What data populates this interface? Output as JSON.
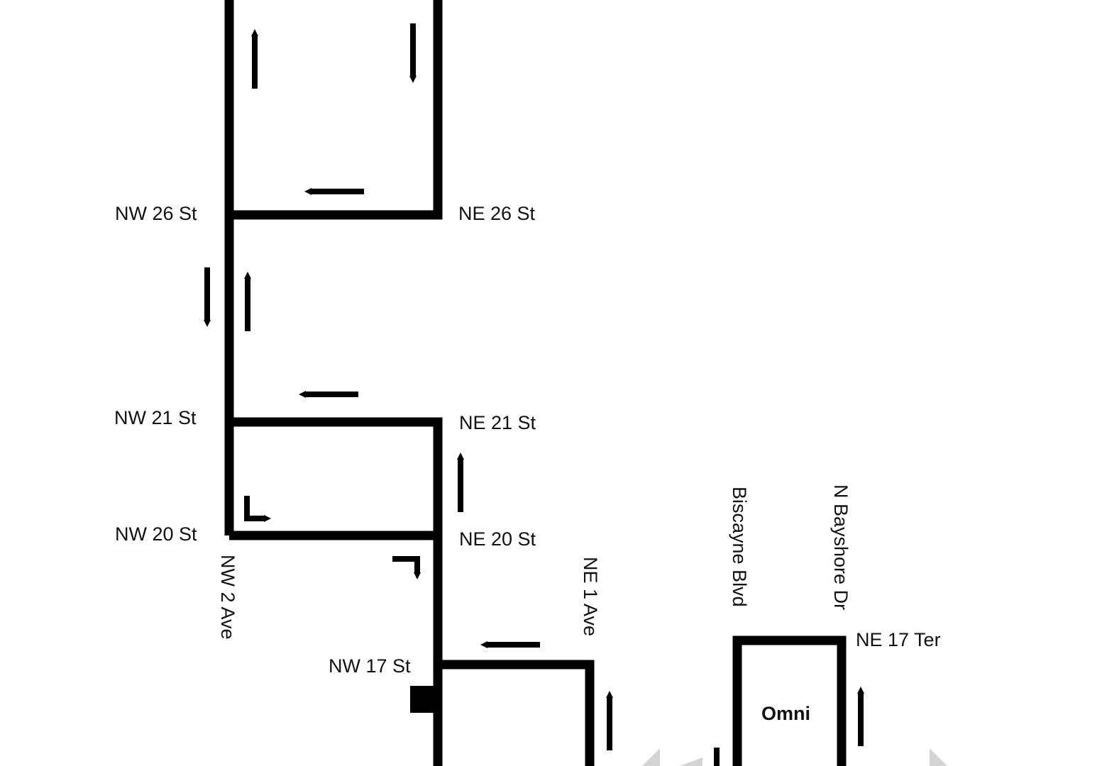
{
  "colors": {
    "route": "#000000",
    "background": "#ffffff",
    "faint_marks": "#cfcfcf"
  },
  "streets": {
    "nw_26_st": "NW 26 St",
    "ne_26_st": "NE 26 St",
    "nw_21_st": "NW 21 St",
    "ne_21_st": "NE 21 St",
    "nw_20_st": "NW 20 St",
    "ne_20_st": "NE 20 St",
    "nw_2_ave": "NW 2 Ave",
    "ne_1_ave": "NE 1 Ave",
    "biscayne_blvd": "Biscayne Blvd",
    "n_bayshore_dr": "N Bayshore Dr",
    "ne_17_ter": "NE 17 Ter",
    "nw_17_st": "NW 17 St"
  },
  "landmarks": {
    "omni": "Omni"
  },
  "icons": {
    "direction_arrow": "arrow-icon",
    "turn_arrow": "turn-arrow-icon",
    "stop_marker": "bus-stop-icon"
  }
}
